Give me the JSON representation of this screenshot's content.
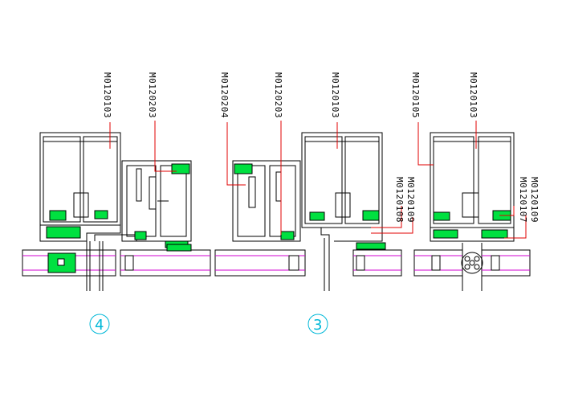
{
  "labels": {
    "s4_frame": "M0120103",
    "s4_sash": "M0120203",
    "s3_left_frame": "M0120204",
    "s3_left_sash": "M0120203",
    "s3_right_frame": "M0120103",
    "s3_seal_a": "M0120109",
    "s3_seal_b": "M0120108",
    "s2_cover": "M0120105",
    "s2_frame": "M0120103",
    "s2_seal_a": "M0120109",
    "s2_seal_b": "M0120107"
  },
  "section_marks": {
    "four": "4",
    "three": "3"
  },
  "colors": {
    "profile": "#000000",
    "leader": "#e00000",
    "gasket": "#00e040",
    "glass": "#d000d0",
    "mark": "#00b8d8"
  }
}
